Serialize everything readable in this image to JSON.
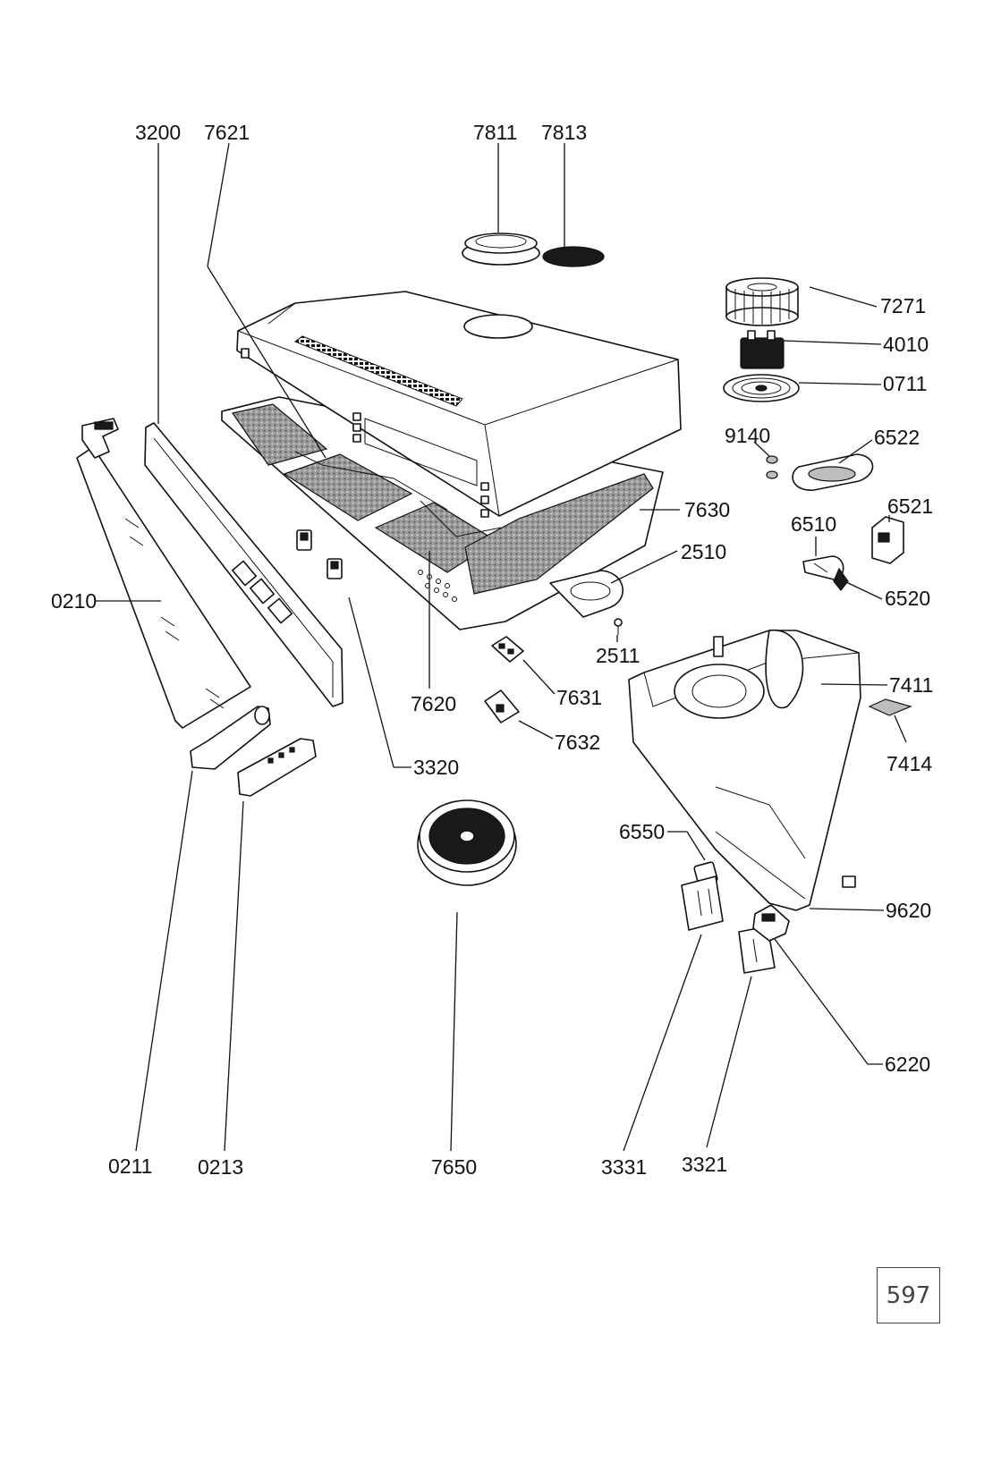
{
  "page_number": "597",
  "callouts": [
    "3200",
    "7621",
    "7811",
    "7813",
    "7271",
    "4010",
    "0711",
    "9140",
    "6522",
    "6521",
    "6510",
    "6520",
    "7630",
    "2510",
    "2511",
    "0210",
    "7620",
    "7631",
    "7632",
    "3320",
    "7411",
    "7414",
    "6550",
    "9620",
    "6220",
    "0211",
    "0213",
    "7650",
    "3331",
    "3321"
  ]
}
